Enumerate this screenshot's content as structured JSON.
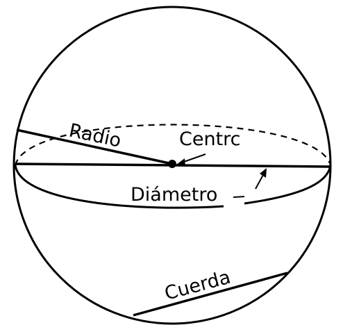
{
  "labels": {
    "radio": "Radio",
    "centro": "Centrc",
    "diametro": "Diámetro",
    "cuerda": "Cuerda"
  },
  "colors": {
    "ink": "#000000",
    "background": "#ffffff"
  }
}
